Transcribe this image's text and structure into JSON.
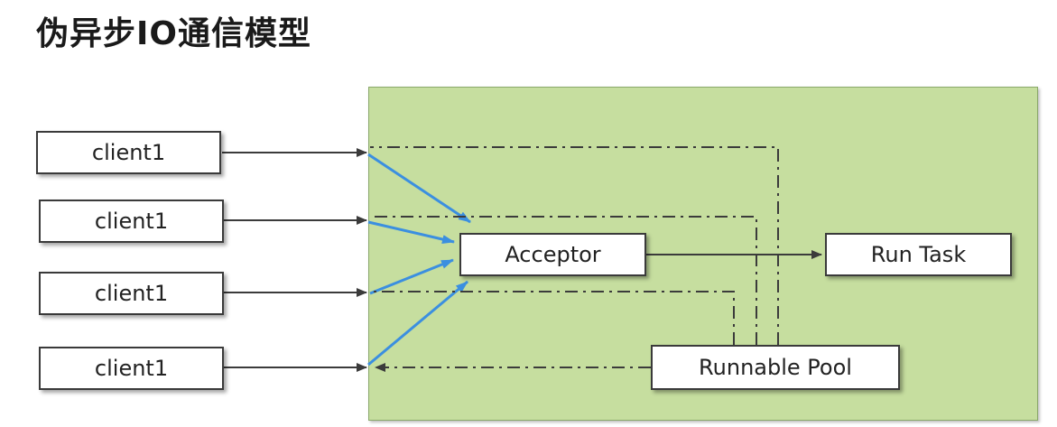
{
  "title": "伪异步IO通信模型",
  "clients": [
    {
      "label": "client1"
    },
    {
      "label": "client1"
    },
    {
      "label": "client1"
    },
    {
      "label": "client1"
    }
  ],
  "acceptor": {
    "label": "Acceptor"
  },
  "run_task": {
    "label": "Run Task"
  },
  "runnable_pool": {
    "label": "Runnable Pool"
  },
  "colors": {
    "server_area_fill": "#c6de9f",
    "arrow_dark": "#3b3b3b",
    "arrow_blue": "#3b8fe0",
    "dash_line": "#3b3b3b"
  }
}
